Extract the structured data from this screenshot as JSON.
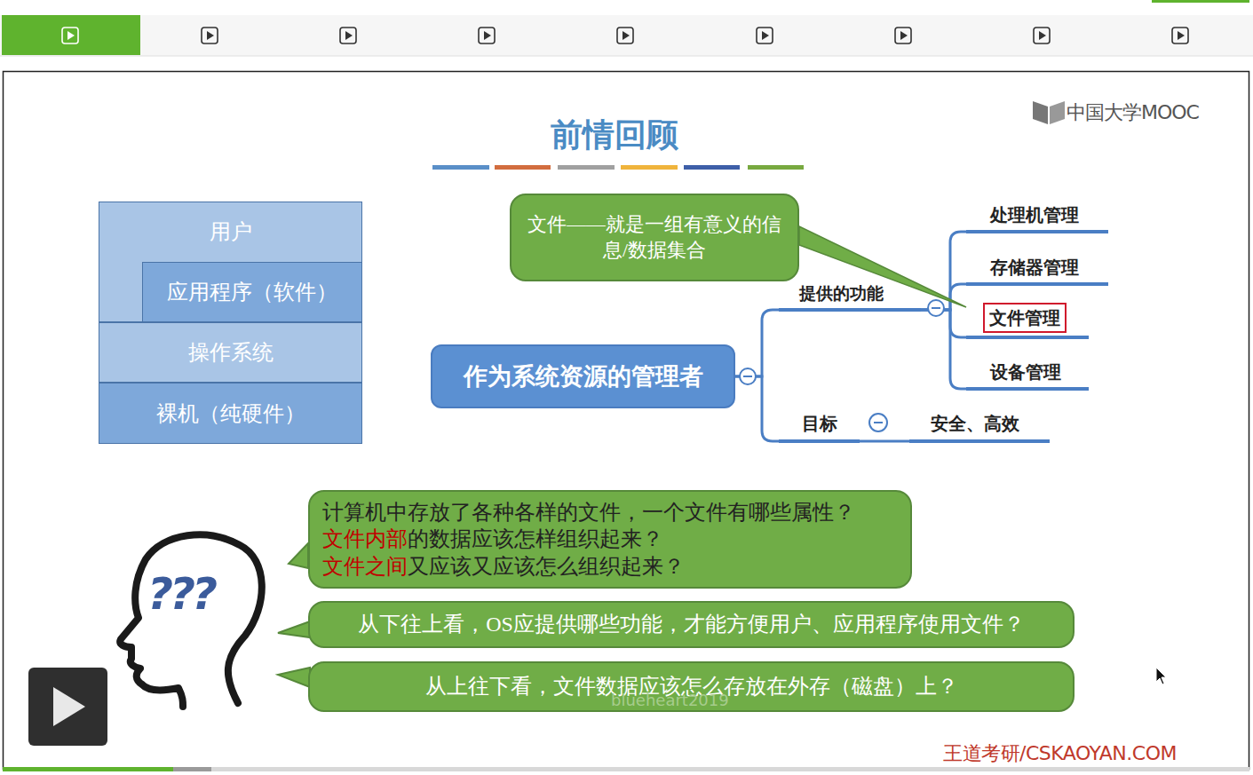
{
  "diagram": {
    "title": "前情回顾",
    "nodes": [
      {
        "text": [
          "用户"
        ]
      },
      {
        "text": [
          "应用程序（软件）"
        ],
        "in": 0
      },
      {
        "text": [
          "操作系统"
        ]
      },
      {
        "text": [
          "裸机（纯硬件）"
        ]
      },
      {
        "text": [
          "作为系统资源的管理者"
        ]
      },
      {
        "text": [
          "提供的功能"
        ]
      },
      {
        "text": [
          "处理机管理"
        ]
      },
      {
        "text": [
          "存储器管理"
        ]
      },
      {
        "text": [
          "文件管理"
        ]
      },
      {
        "text": [
          "设备管理"
        ]
      },
      {
        "text": [
          "目标"
        ]
      },
      {
        "text": [
          "安全、高效"
        ]
      },
      {
        "text": [
          "文件——就是一组有意义的信息/数据集合"
        ]
      },
      {
        "text": [
          "计算机中存放了各种各样的文件，一个文件有哪些属性？",
          "文件内部",
          "的数据应该怎样组织起来？",
          "文件之间",
          "又应该又应该怎么组织起来？"
        ]
      },
      {
        "text": [
          "从下往上看，OS应提供哪些功能，才能方便用户、应用程序使用文件？"
        ]
      },
      {
        "text": [
          "从上往下看，文件数据应该怎么存放在外存（磁盘）上？"
        ]
      }
    ],
    "edges": [
      {
        "from": 4,
        "to": 5,
        "arrow": "none"
      },
      {
        "from": 4,
        "to": 10,
        "arrow": "none"
      },
      {
        "from": 5,
        "to": 6,
        "arrow": "none"
      },
      {
        "from": 5,
        "to": 7,
        "arrow": "none"
      },
      {
        "from": 5,
        "to": 8,
        "arrow": "none"
      },
      {
        "from": 5,
        "to": 9,
        "arrow": "none"
      },
      {
        "from": 10,
        "to": 11,
        "arrow": "none"
      },
      {
        "from": 12,
        "to": 8,
        "arrow": "none"
      }
    ],
    "labels": [
      "中国大学MOOC",
      "???",
      "blueheart2019",
      "王道考研/CSKAOYAN.COM"
    ]
  }
}
